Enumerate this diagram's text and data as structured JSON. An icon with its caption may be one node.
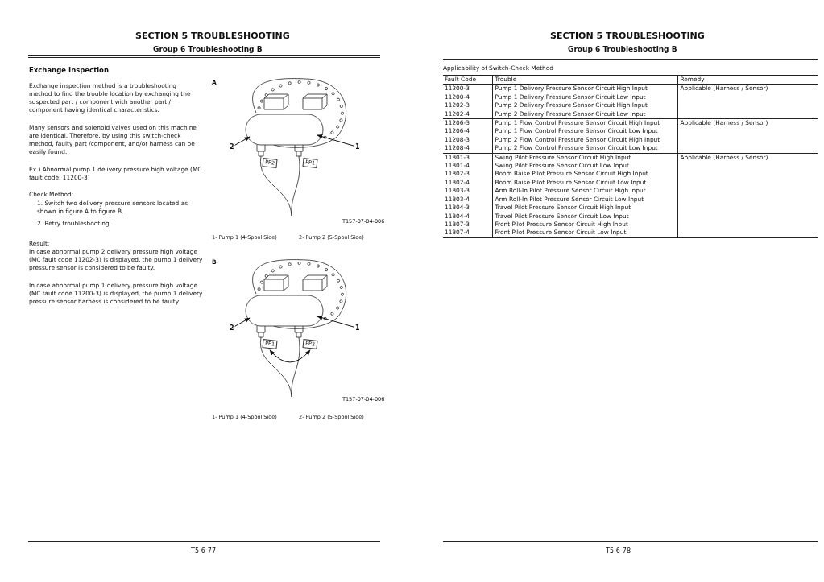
{
  "diagram": {
    "nodes": [
      {
        "text": [
          "2"
        ]
      },
      {
        "text": [
          "1"
        ]
      },
      {
        "text": [
          "PP2"
        ]
      },
      {
        "text": [
          "PP1"
        ]
      },
      {
        "text": [
          "2"
        ]
      },
      {
        "text": [
          "1"
        ]
      },
      {
        "text": [
          "PP1"
        ]
      },
      {
        "text": [
          "PP2"
        ]
      }
    ],
    "edges": [
      {
        "from": 0,
        "to": null,
        "arrow": "to"
      },
      {
        "from": 1,
        "to": null,
        "arrow": "to"
      },
      {
        "from": 4,
        "to": null,
        "arrow": "to"
      },
      {
        "from": 5,
        "to": null,
        "arrow": "to"
      },
      {
        "from": 6,
        "to": 7,
        "arrow": "both"
      }
    ],
    "labels": [
      "SECTION 5 TROUBLESHOOTING",
      "Group 6 Troubleshooting B",
      "Exchange Inspection",
      "Exchange inspection method is a troubleshooting method to find the trouble location by exchanging the suspected part / component with another part / component having identical characteristics.",
      "Many sensors and solenoid valves used on this machine are identical. Therefore, by using this switch-check method, faulty part /component, and/or harness can be easily found.",
      "Ex.) Abnormal pump 1 delivery pressure high voltage (MC fault code: 11200-3)",
      "Check Method:",
      "1. Switch two delivery pressure sensors located as shown in figure A to figure B.",
      "2. Retry troubleshooting.",
      "Result:",
      "In case abnormal pump 2 delivery pressure high voltage (MC fault code 11202-3) is displayed, the pump 1 delivery pressure sensor is considered to be faulty.",
      "In case abnormal pump 1 delivery pressure high voltage (MC fault code 11200-3) is displayed, the pump 1 delivery pressure sensor harness is considered to be faulty.",
      "A",
      "T157-07-04-006",
      "1- Pump 1 (4-Spool Side)",
      "2- Pump 2 (5-Spool Side)",
      "B",
      "T157-07-04-006",
      "1- Pump 1 (4-Spool Side)",
      "2- Pump 2 (5-Spool Side)",
      "T5-6-77",
      "SECTION 5 TROUBLESHOOTING",
      "Group 6 Troubleshooting B",
      "Applicability of Switch-Check Method",
      "Fault Code",
      "Trouble",
      "Remedy",
      "11200-3",
      "Pump 1 Delivery Pressure Sensor Circuit High Input",
      "Applicable (Harness / Sensor)",
      "11200-4",
      "Pump 1 Delivery Pressure Sensor Circuit Low Input",
      "11202-3",
      "Pump 2 Delivery Pressure Sensor Circuit High Input",
      "11202-4",
      "Pump 2 Delivery Pressure Sensor Circuit Low Input",
      "11206-3",
      "Pump 1 Flow Control Pressure Sensor Circuit High Input",
      "Applicable (Harness / Sensor)",
      "11206-4",
      "Pump 1 Flow Control Pressure Sensor Circuit Low Input",
      "11208-3",
      "Pump 2 Flow Control Pressure Sensor Circuit High Input",
      "11208-4",
      "Pump 2 Flow Control Pressure Sensor Circuit Low Input",
      "11301-3",
      "Swing Pilot Pressure Sensor Circuit High Input",
      "Applicable (Harness / Sensor)",
      "11301-4",
      "Swing Pilot Pressure Sensor Circuit Low Input",
      "11302-3",
      "Boom Raise Pilot Pressure Sensor Circuit High Input",
      "11302-4",
      "Boom Raise Pilot Pressure Sensor Circuit Low Input",
      "11303-3",
      "Arm Roll-In Pilot Pressure Sensor Circuit High Input",
      "11303-4",
      "Arm Roll-In Pilot Pressure Sensor Circuit Low Input",
      "11304-3",
      "Travel Pilot Pressure Sensor Circuit High Input",
      "11304-4",
      "Travel Pilot Pressure Sensor Circuit Low Input",
      "11307-3",
      "Front Pilot Pressure Sensor Circuit High Input",
      "11307-4",
      "Front Pilot Pressure Sensor Circuit Low Input",
      "T5-6-78"
    ]
  }
}
